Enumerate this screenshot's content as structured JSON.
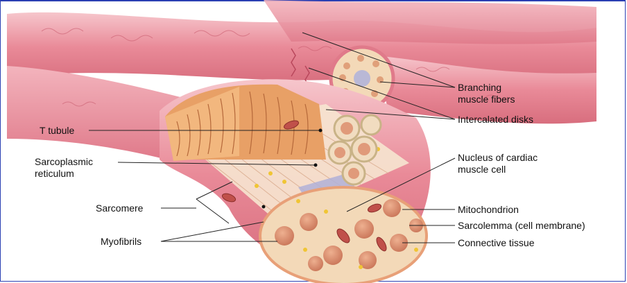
{
  "figure": {
    "labels": {
      "branching": [
        "Branching",
        "muscle fibers"
      ],
      "intercalated": "Intercalated disks",
      "t_tubule": "T tubule",
      "sarcoplasmic": [
        "Sarcoplasmic",
        "reticulum"
      ],
      "nucleus": [
        "Nucleus of cardiac",
        "muscle cell"
      ],
      "sarcomere": "Sarcomere",
      "mitochondrion": "Mitochondrion",
      "sarcolemma": "Sarcolemma (cell membrane)",
      "myofibrils": "Myofibrils",
      "connective": "Connective tissue"
    },
    "colors": {
      "fiber": "#e98a98",
      "fiber_light": "#f5c3c9",
      "tissue": "#f3d9b8",
      "nucleus": "#d98a6a",
      "organelle": "#e8b830",
      "leader": "#222222",
      "border": "#2a3fb3"
    }
  }
}
